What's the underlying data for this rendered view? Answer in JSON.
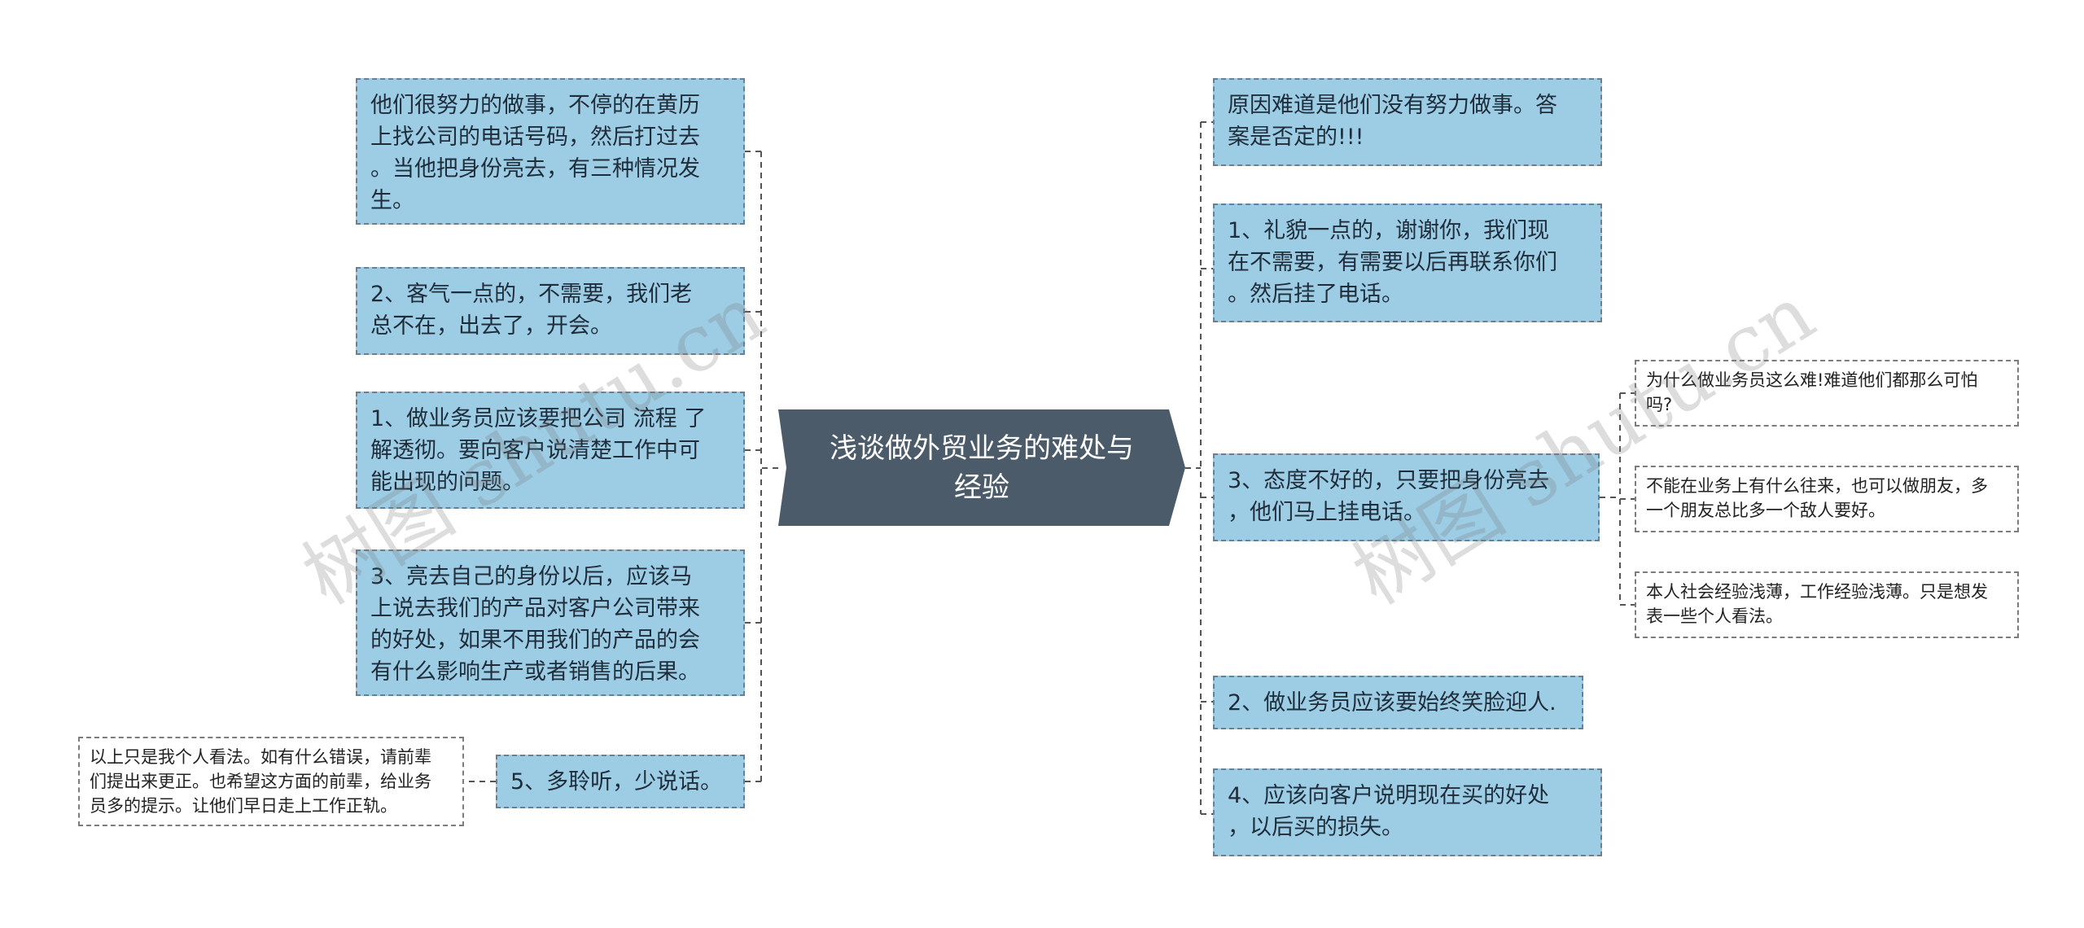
{
  "root": {
    "title": "浅谈做外贸业务的难处与\n经验"
  },
  "left": [
    {
      "text": "他们很努力的做事，不停的在黄历\n上找公司的电话号码，然后打过去\n。当他把身份亮去，有三种情况发\n生。"
    },
    {
      "text": "2、客气一点的，不需要，我们老\n总不在，出去了，开会。"
    },
    {
      "text": "1、做业务员应该要把公司 流程 了\n解透彻。要向客户说清楚工作中可\n能出现的问题。"
    },
    {
      "text": "3、亮去自己的身份以后，应该马\n上说去我们的产品对客户公司带来\n的好处，如果不用我们的产品的会\n有什么影响生产或者销售的后果。"
    },
    {
      "text": "5、多聆听，少说话。"
    }
  ],
  "left_leaf": {
    "text": "以上只是我个人看法。如有什么错误，请前辈\n们提出来更正。也希望这方面的前辈，给业务\n员多的提示。让他们早日走上工作正轨。"
  },
  "right": [
    {
      "text": "原因难道是他们没有努力做事。答\n案是否定的!!!"
    },
    {
      "text": "1、礼貌一点的，谢谢你，我们现\n在不需要，有需要以后再联系你们\n。然后挂了电话。"
    },
    {
      "text": "3、态度不好的，只要把身份亮去\n，他们马上挂电话。"
    },
    {
      "text": "2、做业务员应该要始终笑脸迎人."
    },
    {
      "text": "4、应该向客户说明现在买的好处\n，以后买的损失。"
    }
  ],
  "right_leaves": [
    {
      "text": "为什么做业务员这么难!难道他们都那么可怕\n吗?"
    },
    {
      "text": "不能在业务上有什么往来，也可以做朋友，多\n一个朋友总比多一个敌人要好。"
    },
    {
      "text": "本人社会经验浅薄，工作经验浅薄。只是想发\n表一些个人看法。"
    }
  ],
  "watermarks": [
    "树图 shutu.cn",
    "树图 shutu.cn"
  ],
  "colors": {
    "node_fill": "#9dcde5",
    "root_fill": "#4b5b69",
    "connector": "#555555"
  }
}
